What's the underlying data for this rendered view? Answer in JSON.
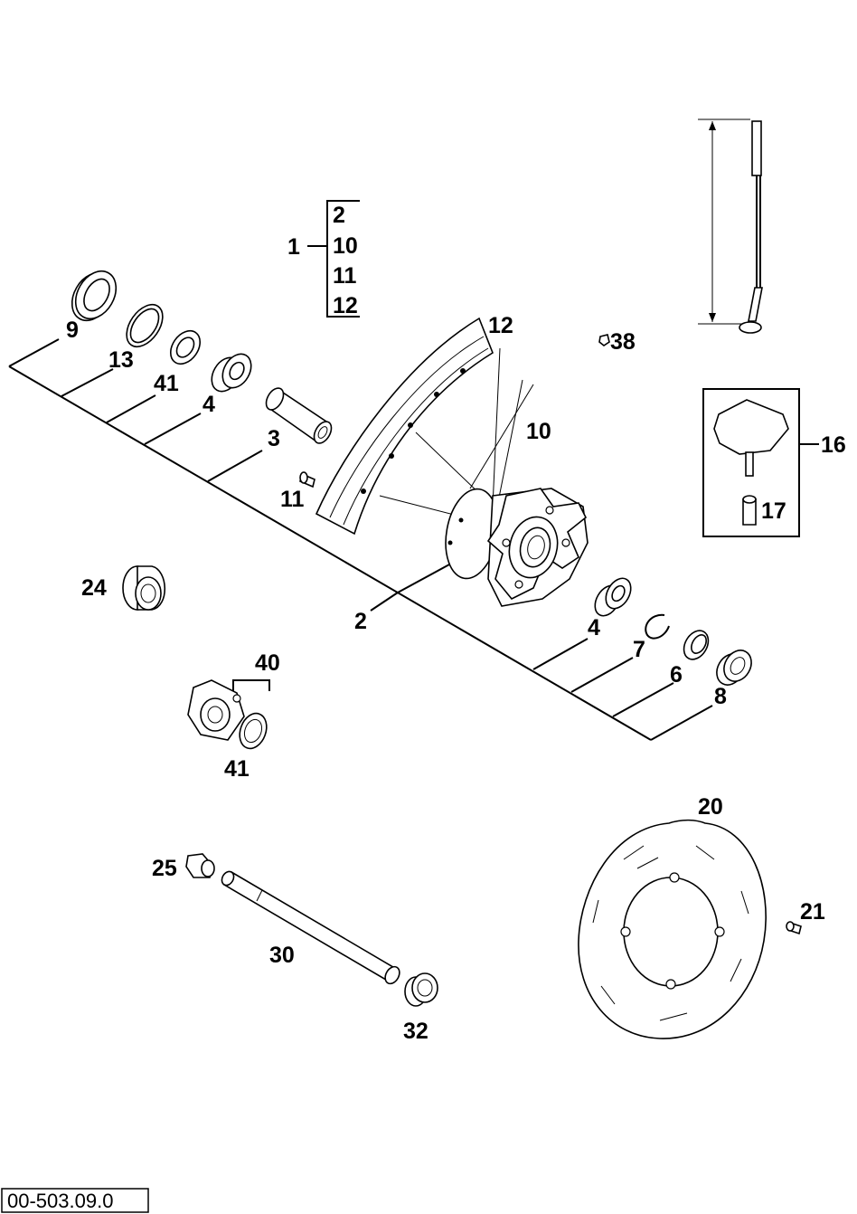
{
  "callouts": {
    "c1": "1",
    "c2": "2",
    "c2b": "2",
    "c3": "3",
    "c4": "4",
    "c4b": "4",
    "c6": "6",
    "c7": "7",
    "c8": "8",
    "c9": "9",
    "c10": "10",
    "c10b": "10",
    "c11": "11",
    "c11b": "11",
    "c12": "12",
    "c12b": "12",
    "c13": "13",
    "c16": "16",
    "c17": "17",
    "c20": "20",
    "c21": "21",
    "c24": "24",
    "c25": "25",
    "c30": "30",
    "c32": "32",
    "c38": "38",
    "c40": "40",
    "c41": "41",
    "c41b": "41"
  },
  "drawing_ref": "00-503.09.0"
}
